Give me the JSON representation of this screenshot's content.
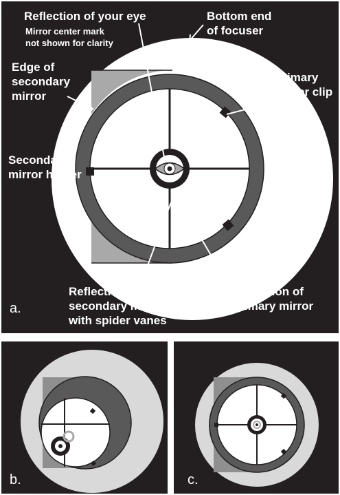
{
  "panels": {
    "a": {
      "letter": "a.",
      "labels": {
        "reflection_eye": "Reflection of your eye",
        "center_mark_note_1": "Mirror center mark",
        "center_mark_note_2": "not shown for clarity",
        "bottom_end_1": "Bottom end",
        "bottom_end_2": "of focuser",
        "edge_secondary_1": "Edge of",
        "edge_secondary_2": "secondary",
        "edge_secondary_3": "mirror",
        "primary_clip_1": "Primary",
        "primary_clip_2": "mirror clip",
        "secondary_holder_1": "Secondary",
        "secondary_holder_2": "mirror holder",
        "reflection_holder_1": "Reflection of",
        "reflection_holder_2": "secondary mirror holder",
        "reflection_holder_3": "with spider vanes",
        "reflection_primary_1": "Reflection of",
        "reflection_primary_2": "primary mirror"
      }
    },
    "b": {
      "letter": "b."
    },
    "c": {
      "letter": "c."
    }
  },
  "colors": {
    "background": "#231f20",
    "focuser": "#ffffff",
    "secondary_mirror": "#a9a9a9",
    "primary_ring": "#595959",
    "reflection": "#ffffff",
    "pointer_lines": "#ffffff"
  }
}
